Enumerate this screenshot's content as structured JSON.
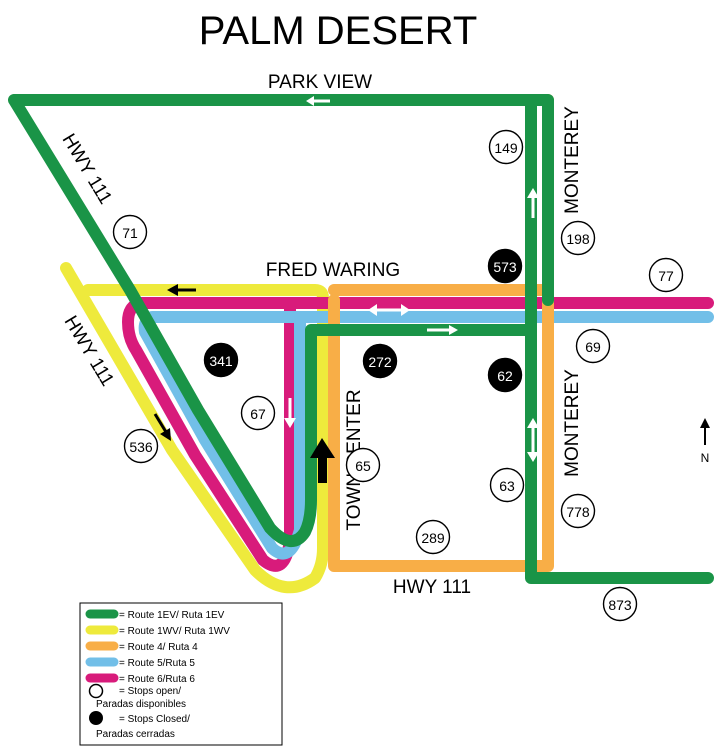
{
  "title": "PALM DESERT",
  "colors": {
    "route_green": "#1a9447",
    "route_yellow": "#eeea3c",
    "route_orange": "#f8ae47",
    "route_blue": "#72bfe8",
    "route_magenta": "#d81b7b"
  },
  "streets": {
    "park_view": "PARK VIEW",
    "hwy111_north": "HWY 111",
    "hwy111_west": "HWY 111",
    "fred_waring": "FRED WARING",
    "monterey_north": "MONTEREY",
    "monterey_south": "MONTEREY",
    "town_center": "TOWN CENTER",
    "hwy111_south": "HWY 111"
  },
  "compass": {
    "label": "N"
  },
  "stops": [
    {
      "id": "149",
      "status": "open"
    },
    {
      "id": "198",
      "status": "open"
    },
    {
      "id": "71",
      "status": "open"
    },
    {
      "id": "573",
      "status": "closed"
    },
    {
      "id": "77",
      "status": "open"
    },
    {
      "id": "341",
      "status": "closed"
    },
    {
      "id": "272",
      "status": "closed"
    },
    {
      "id": "62",
      "status": "closed"
    },
    {
      "id": "69",
      "status": "open"
    },
    {
      "id": "67",
      "status": "open"
    },
    {
      "id": "536",
      "status": "open"
    },
    {
      "id": "65",
      "status": "open"
    },
    {
      "id": "63",
      "status": "open"
    },
    {
      "id": "778",
      "status": "open"
    },
    {
      "id": "289",
      "status": "open"
    },
    {
      "id": "873",
      "status": "open"
    }
  ],
  "legend": {
    "items": [
      {
        "label": "= Route 1EV/ Ruta 1EV"
      },
      {
        "label": "= Route 1WV/ Ruta 1WV"
      },
      {
        "label": "= Route 4/ Ruta 4"
      },
      {
        "label": "= Route 5/Ruta 5"
      },
      {
        "label": "= Route 6/Ruta 6"
      }
    ],
    "open_line1": "= Stops open/",
    "open_line2": "Paradas disponibles",
    "closed_line1": "= Stops Closed/",
    "closed_line2": "Paradas cerradas"
  }
}
